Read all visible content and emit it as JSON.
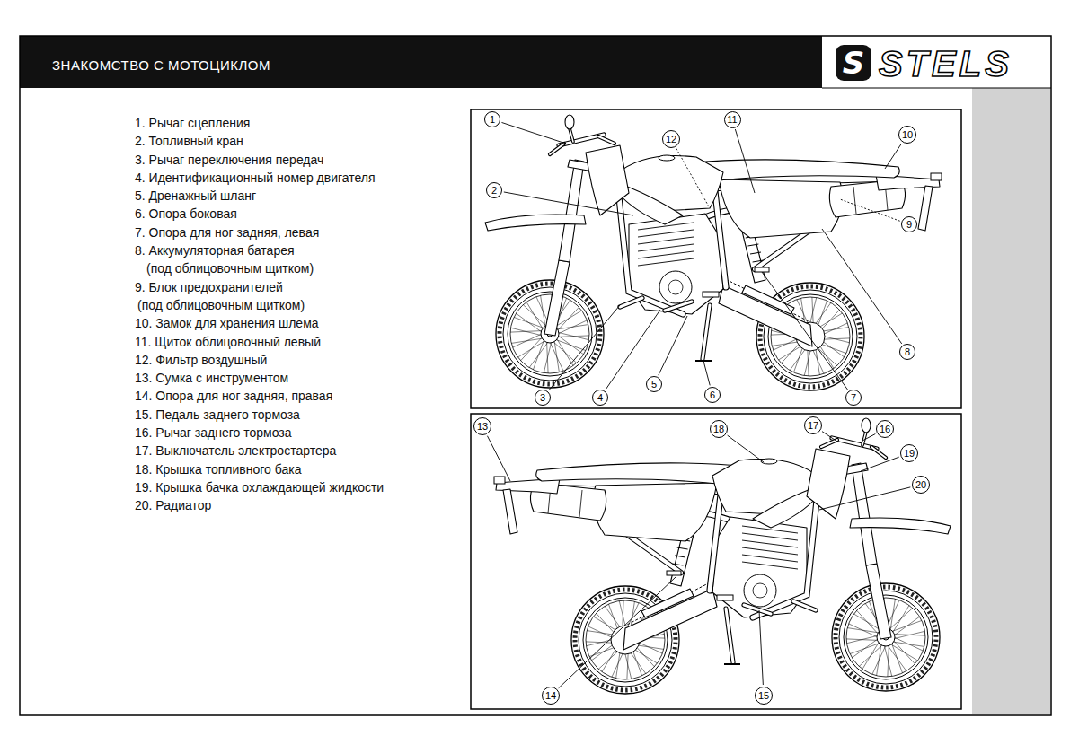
{
  "diagram": {
    "title": "ЗНАКОМСТВО С МОТОЦИКЛОМ",
    "nodes": [
      {
        "text": [
          "1"
        ]
      },
      {
        "text": [
          "12"
        ]
      },
      {
        "text": [
          "11"
        ]
      },
      {
        "text": [
          "10"
        ]
      },
      {
        "text": [
          "2"
        ]
      },
      {
        "text": [
          "9"
        ]
      },
      {
        "text": [
          "8"
        ]
      },
      {
        "text": [
          "3"
        ]
      },
      {
        "text": [
          "4"
        ]
      },
      {
        "text": [
          "5"
        ]
      },
      {
        "text": [
          "7"
        ]
      },
      {
        "text": [
          "6"
        ]
      },
      {
        "text": [
          "13"
        ]
      },
      {
        "text": [
          "18"
        ]
      },
      {
        "text": [
          "17"
        ]
      },
      {
        "text": [
          "16"
        ]
      },
      {
        "text": [
          "19"
        ]
      },
      {
        "text": [
          "20"
        ]
      },
      {
        "text": [
          "14"
        ]
      },
      {
        "text": [
          "15"
        ]
      }
    ],
    "labels": [
      "S",
      "STELS",
      "1. Рычаг сцепления",
      "2. Топливный кран",
      "3. Рычаг переключения передач",
      "4. Идентификационный номер двигателя",
      "5. Дренажный шланг",
      "6. Опора боковая",
      "7. Опора для ног задняя, левая",
      "8. Аккумуляторная батарея (под облицовочным щитком)",
      "9. Блок предохранителей (под облицовочным щитком)",
      "10. Замок для хранения шлема",
      "11. Щиток облицовочный левый",
      "12. Фильтр воздушный",
      "13. Сумка с инструментом",
      "14. Опора для ног задняя, правая",
      "15. Педаль заднего тормоза",
      "16. Рычаг заднего тормоза",
      "17. Выключатель электростартера",
      "18. Крышка топливного бака",
      "19. Крышка бачка охлаждающей жидкости",
      "20. Радиатор"
    ]
  }
}
